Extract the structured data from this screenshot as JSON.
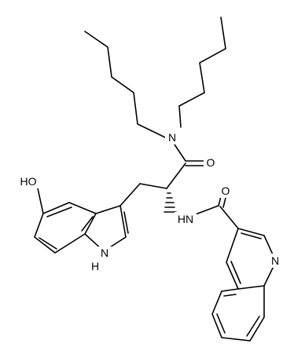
{
  "atom_labels": {
    "n_amide_tertiary": "N",
    "o_amide_1": "O",
    "o_hydroxyl": "HO",
    "nh_amide": "HN",
    "o_amide_2": "O",
    "nh_indole": "H",
    "n_indole": "N",
    "n_quinoline": "N"
  },
  "colors": {
    "bond": "#000000",
    "text": "#000000",
    "background": "#ffffff"
  }
}
